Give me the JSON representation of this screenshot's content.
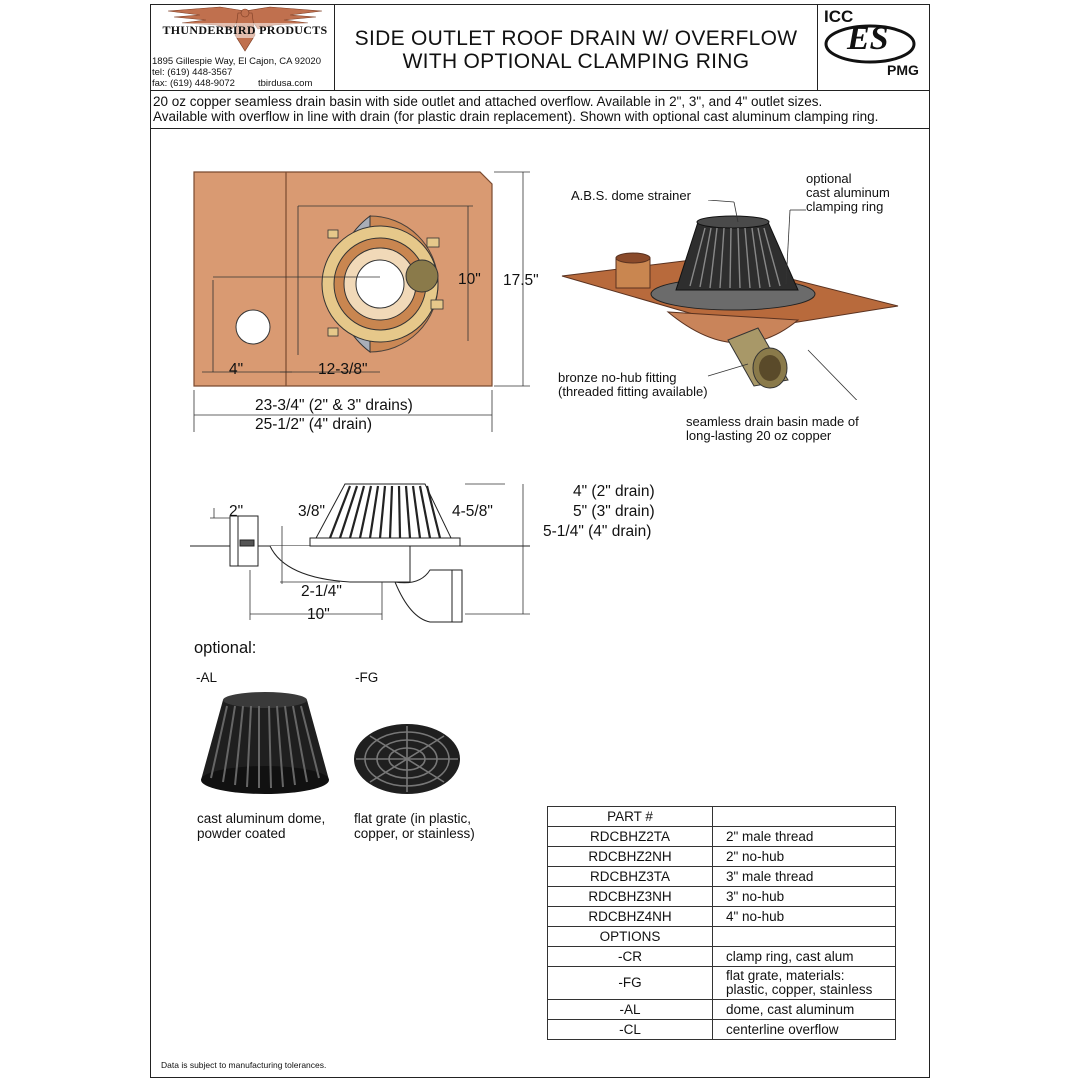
{
  "header": {
    "company": "THUNDERBIRD PRODUCTS",
    "address_lines": [
      "1895 Gillespie Way,  El Cajon,  CA 92020",
      "tel:  (619)  448-3567",
      "fax:  (619)  448-9072"
    ],
    "website": "tbirdusa.com",
    "title_line1": "SIDE OUTLET ROOF DRAIN W/ OVERFLOW",
    "title_line2": "WITH OPTIONAL CLAMPING RING",
    "cert_top": "ICC",
    "cert_mid": "ES",
    "cert_bottom": "PMG"
  },
  "description": {
    "line1": "20 oz copper seamless drain basin with side outlet and attached overflow. Available in 2\", 3\", and 4\" outlet sizes.",
    "line2": "Available with overflow in line with drain (for plastic drain replacement). Shown with optional cast aluminum clamping ring."
  },
  "plan_view": {
    "dim_10": "10\"",
    "dim_17_5": "17.5\"",
    "dim_4": "4\"",
    "dim_12_3_8": "12-3/8\"",
    "width_line1": "23-3/4\" (2\" & 3\" drains)",
    "width_line2": "25-1/2\" (4\" drain)"
  },
  "iso_view": {
    "strainer": "A.B.S. dome strainer",
    "clamp_line1": "optional",
    "clamp_line2": "cast aluminum",
    "clamp_line3": "clamping ring",
    "fitting_line1": "bronze no-hub fitting",
    "fitting_line2": "(threaded fitting available)",
    "basin_line1": "seamless drain basin made of",
    "basin_line2": "long-lasting 20 oz copper"
  },
  "side_view": {
    "dim_2": "2\"",
    "dim_3_8": "3/8\"",
    "dim_4_5_8": "4-5/8\"",
    "dim_2_1_4": "2-1/4\"",
    "dim_10": "10\"",
    "height_1": "4\" (2\" drain)",
    "height_2": "5\" (3\" drain)",
    "height_3": "5-1/4\" (4\" drain)"
  },
  "options": {
    "heading": "optional:",
    "al_code": "-AL",
    "fg_code": "-FG",
    "al_desc_1": "cast aluminum dome,",
    "al_desc_2": "powder coated",
    "fg_desc_1": "flat grate (in plastic,",
    "fg_desc_2": "copper, or stainless)"
  },
  "parts_table": {
    "part_header": "PART #",
    "parts": [
      {
        "code": "RDCBHZ2TA",
        "desc": "2\" male thread"
      },
      {
        "code": "RDCBHZ2NH",
        "desc": "2\" no-hub"
      },
      {
        "code": "RDCBHZ3TA",
        "desc": "3\" male thread"
      },
      {
        "code": "RDCBHZ3NH",
        "desc": "3\" no-hub"
      },
      {
        "code": "RDCBHZ4NH",
        "desc": "4\" no-hub"
      }
    ],
    "options_header": "OPTIONS",
    "options": [
      {
        "code": "-CR",
        "desc": "clamp ring, cast alum"
      },
      {
        "code": "-FG",
        "desc": "flat grate, materials:",
        "desc2": "plastic, copper, stainless"
      },
      {
        "code": "-AL",
        "desc": "dome, cast aluminum"
      },
      {
        "code": "-CL",
        "desc": "centerline overflow"
      }
    ]
  },
  "footer": "Data is subject to manufacturing tolerances.",
  "colors": {
    "copper": "#d99a72",
    "copper_dark": "#b86a3c",
    "brass": "#e6c88a",
    "dark_strainer": "#2e2e2e",
    "gray_ring": "#a9aeb8"
  }
}
